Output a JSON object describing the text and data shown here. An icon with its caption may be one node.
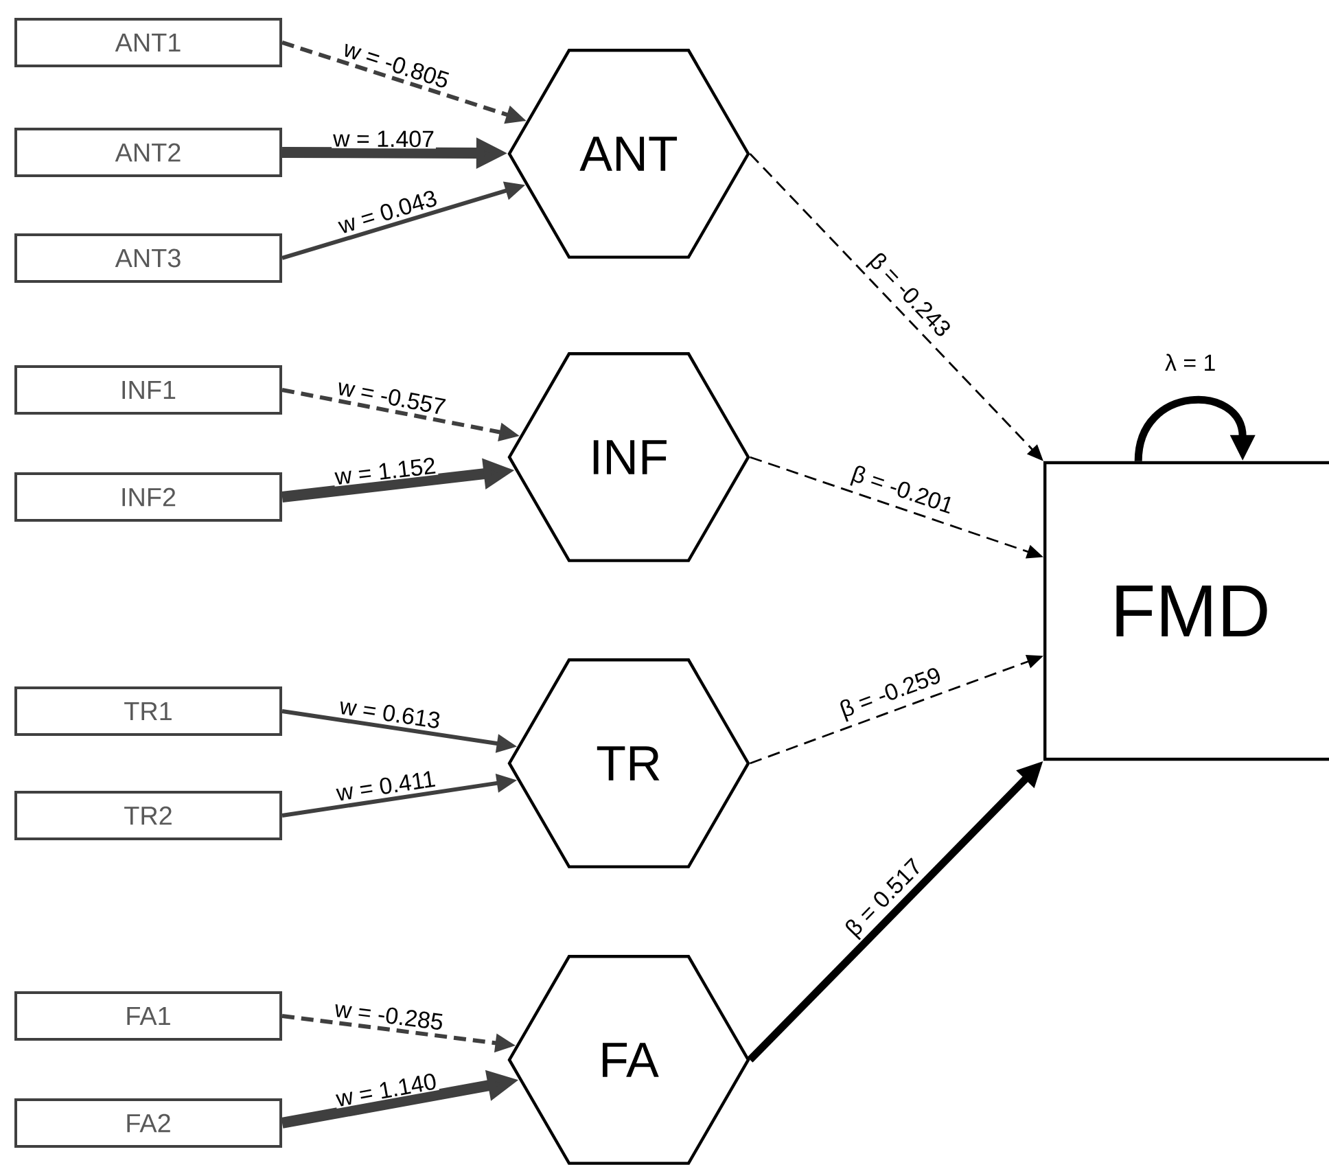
{
  "diagram": {
    "nodes": [
      {
        "text": [
          "ANT1"
        ]
      },
      {
        "text": [
          "ANT2"
        ]
      },
      {
        "text": [
          "ANT3"
        ]
      },
      {
        "text": [
          "INF1"
        ]
      },
      {
        "text": [
          "INF2"
        ]
      },
      {
        "text": [
          "TR1"
        ]
      },
      {
        "text": [
          "TR2"
        ]
      },
      {
        "text": [
          "FA1"
        ]
      },
      {
        "text": [
          "FA2"
        ]
      },
      {
        "text": [
          "ANT"
        ]
      },
      {
        "text": [
          "INF"
        ]
      },
      {
        "text": [
          "TR"
        ]
      },
      {
        "text": [
          "FA"
        ]
      },
      {
        "text": [
          "FMD"
        ]
      }
    ],
    "edges": [
      {
        "from": 0,
        "to": 9,
        "arrow": "to",
        "label": "w = -0.805",
        "style": "dashed"
      },
      {
        "from": 1,
        "to": 9,
        "arrow": "to",
        "label": "w = 1.407",
        "style": "thick"
      },
      {
        "from": 2,
        "to": 9,
        "arrow": "to",
        "label": "w = 0.043"
      },
      {
        "from": 3,
        "to": 10,
        "arrow": "to",
        "label": "w = -0.557",
        "style": "dashed"
      },
      {
        "from": 4,
        "to": 10,
        "arrow": "to",
        "label": "w = 1.152",
        "style": "thick"
      },
      {
        "from": 5,
        "to": 11,
        "arrow": "to",
        "label": "w = 0.613"
      },
      {
        "from": 6,
        "to": 11,
        "arrow": "to",
        "label": "w = 0.411"
      },
      {
        "from": 7,
        "to": 12,
        "arrow": "to",
        "label": "w = -0.285",
        "style": "dashed"
      },
      {
        "from": 8,
        "to": 12,
        "arrow": "to",
        "label": "w = 1.140",
        "style": "thick"
      },
      {
        "from": 9,
        "to": 13,
        "arrow": "to",
        "label": "β = -0.243",
        "style": "dashed",
        "color": "#000000"
      },
      {
        "from": 10,
        "to": 13,
        "arrow": "to",
        "label": "β = -0.201",
        "style": "dashed",
        "color": "#000000"
      },
      {
        "from": 11,
        "to": 13,
        "arrow": "to",
        "label": "β = -0.259",
        "style": "dashed",
        "color": "#000000"
      },
      {
        "from": 12,
        "to": 13,
        "arrow": "to",
        "label": "β = 0.517",
        "style": "thick",
        "color": "#000000"
      },
      {
        "from": 13,
        "to": 13,
        "arrow": "to",
        "label": "λ = 1",
        "style": "thick",
        "color": "#000000"
      }
    ]
  }
}
